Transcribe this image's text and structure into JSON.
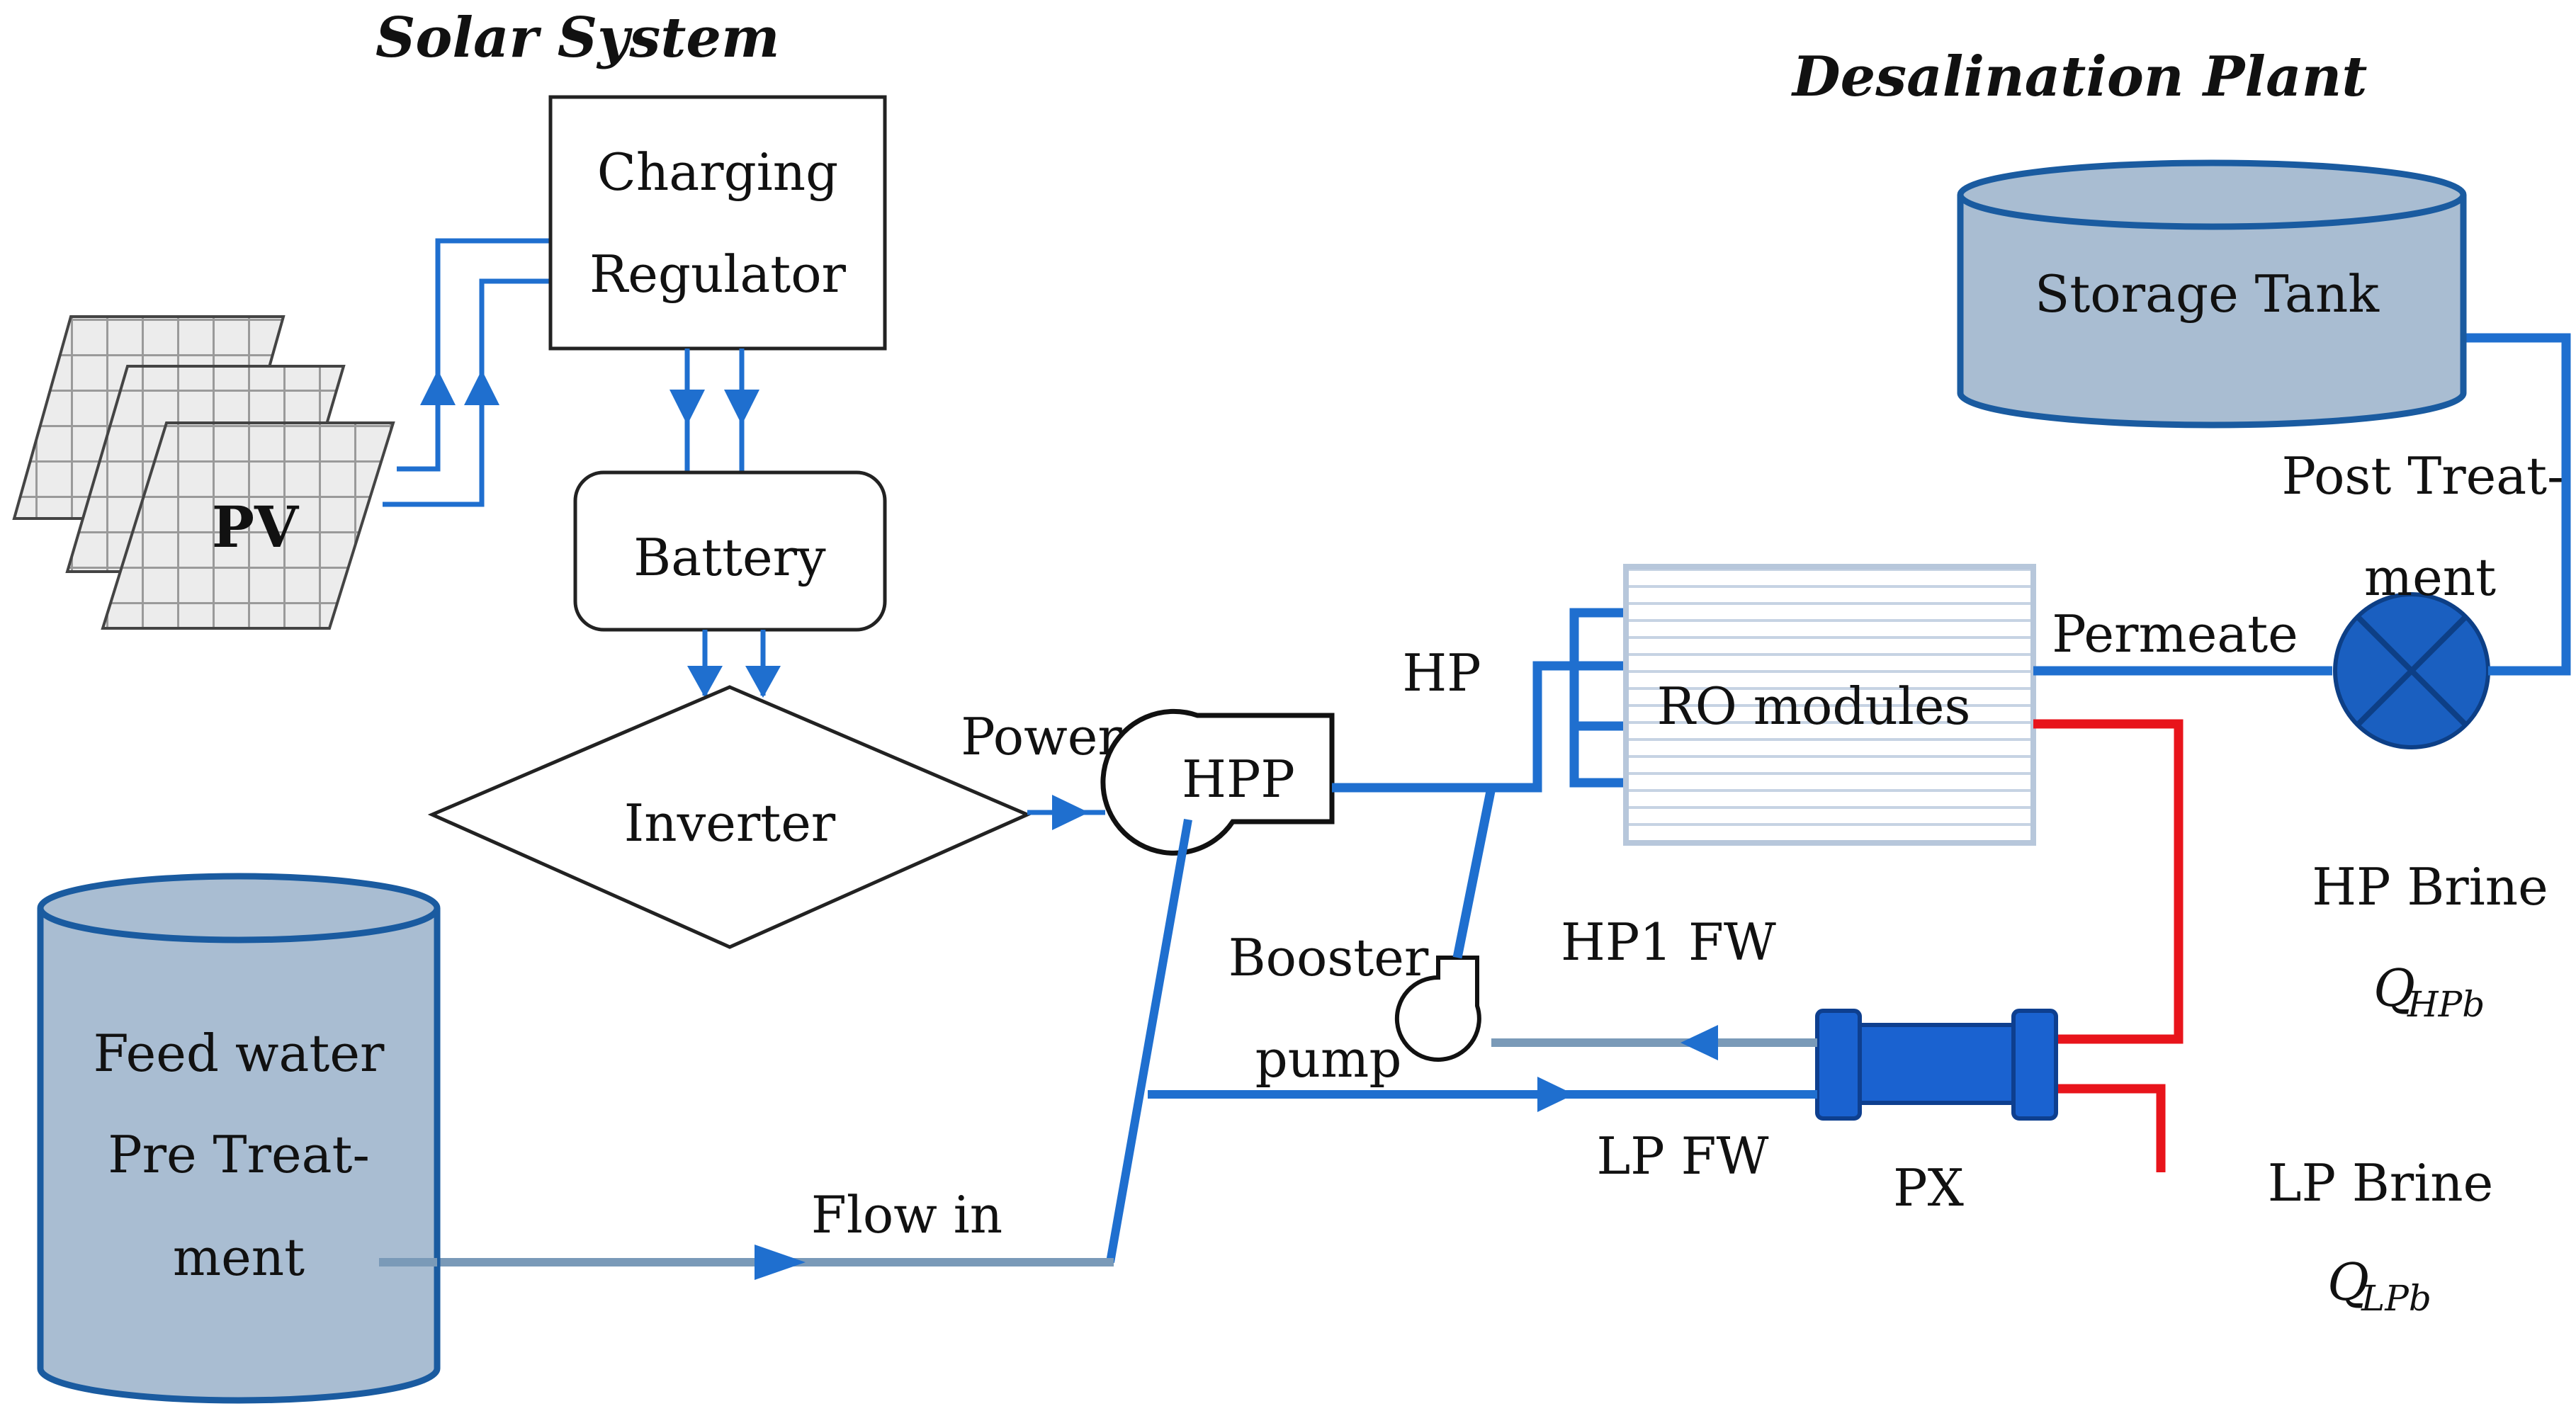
{
  "headers": {
    "solar_system": "Solar System",
    "desalination_plant": "Desalination Plant"
  },
  "components": {
    "charging_regulator_line1": "Charging",
    "charging_regulator_line2": "Regulator",
    "pv": "PV",
    "battery": "Battery",
    "inverter": "Inverter",
    "hpp": "HPP",
    "ro_modules": "RO modules",
    "storage_tank": "Storage Tank",
    "feed_water_line1": "Feed water",
    "feed_water_line2": "Pre Treat-",
    "feed_water_line3": "ment",
    "px": "PX",
    "booster_line1": "Booster",
    "booster_line2": "pump"
  },
  "labels": {
    "power": "Power",
    "hp": "HP",
    "permeate": "Permeate",
    "post_treat_line1": "Post Treat-",
    "post_treat_line2": "ment",
    "hp_brine": "HP Brine",
    "q_hpb_main": "Q",
    "q_hpb_sub": "HPb",
    "hp1_fw": "HP1 FW",
    "lp_fw": "LP FW",
    "flow_in": "Flow in",
    "lp_brine": "LP Brine",
    "q_lpb_main": "Q",
    "q_lpb_sub": "LPb"
  },
  "colors": {
    "pipe_blue": "#1f6fcf",
    "brine_red": "#e8141b",
    "feed_grey": "#7a9ab8",
    "tank_fill": "#a9bdd2",
    "tank_stroke": "#1a5ba0",
    "px_blue": "#1a62d0"
  }
}
